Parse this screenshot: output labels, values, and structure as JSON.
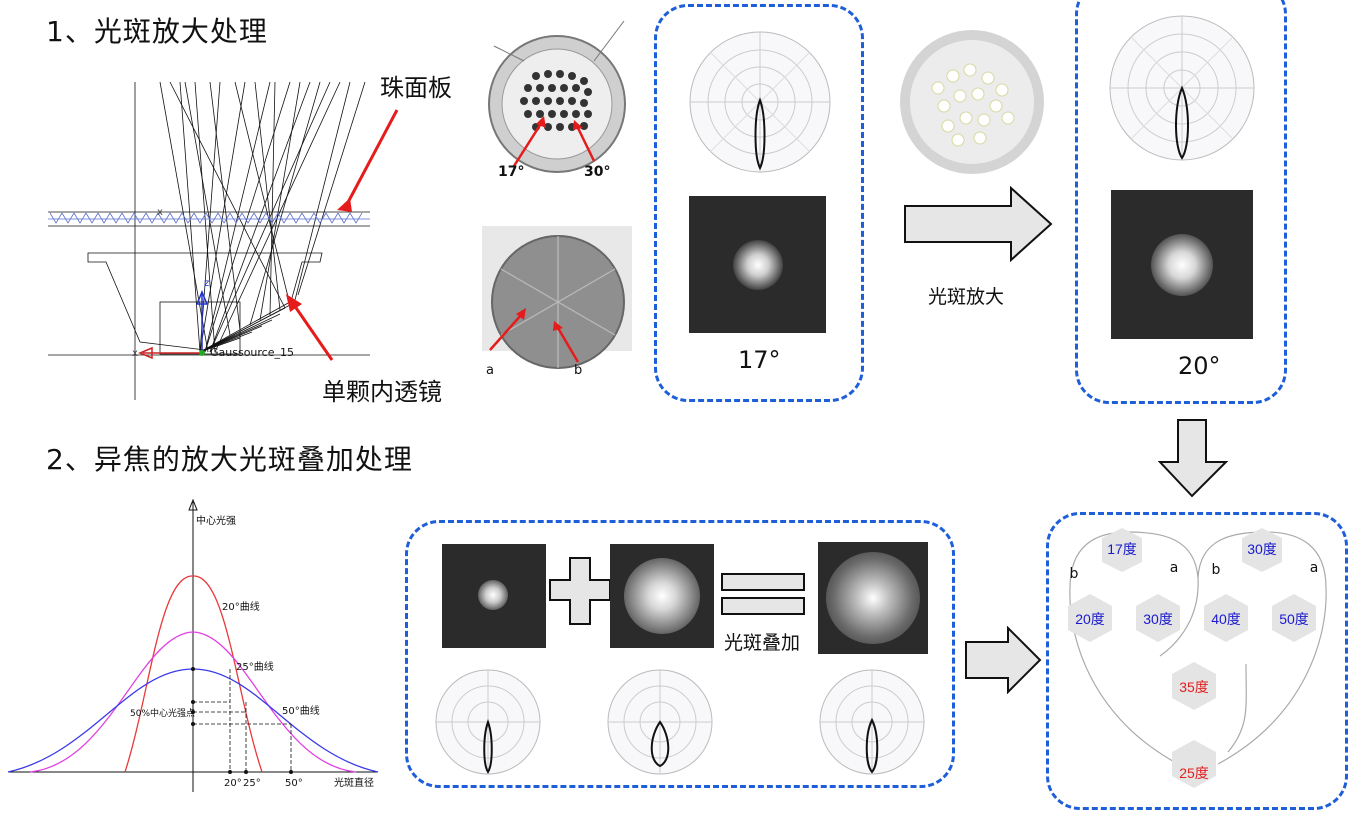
{
  "headings": {
    "step1": "1、光斑放大处理",
    "step2": "2、异焦的放大光斑叠加处理"
  },
  "ray_diagram": {
    "panel_label": "珠面板",
    "lens_label": "单颗内透镜",
    "source_text": "Gaussource_15",
    "axis_x": "x",
    "axis_x2": "x",
    "axis_z": "z"
  },
  "lens_photos": {
    "angle_a": "17°",
    "angle_b": "30°",
    "mark_a": "a",
    "mark_b": "b"
  },
  "box1": {
    "angle": "17°"
  },
  "arrow_caption": "光斑放大",
  "box2": {
    "angle": "20°"
  },
  "curve_chart": {
    "y_label": "中心光强",
    "x_label": "光斑直径",
    "curve20": "20°曲线",
    "curve25": "25°曲线",
    "curve50": "50°曲线",
    "half_point": "50%中心光强点",
    "tick20": "20°",
    "tick25": "25°",
    "tick50": "50°",
    "colors": {
      "c20": "#e83a3a",
      "c25": "#e040e0",
      "c50": "#3a3ae8"
    }
  },
  "overlay_box": {
    "caption": "光斑叠加"
  },
  "hex_diagram": {
    "left": {
      "top": "17度",
      "b": "b",
      "a": "a",
      "bl": "20度",
      "br": "30度"
    },
    "right": {
      "top": "30度",
      "b": "b",
      "a": "a",
      "bl": "40度",
      "br": "50度"
    },
    "middle": "35度",
    "bottom": "25度",
    "colors": {
      "blue": "#1a1acc",
      "red": "#e02020",
      "hex": "#e4e4e4"
    }
  }
}
